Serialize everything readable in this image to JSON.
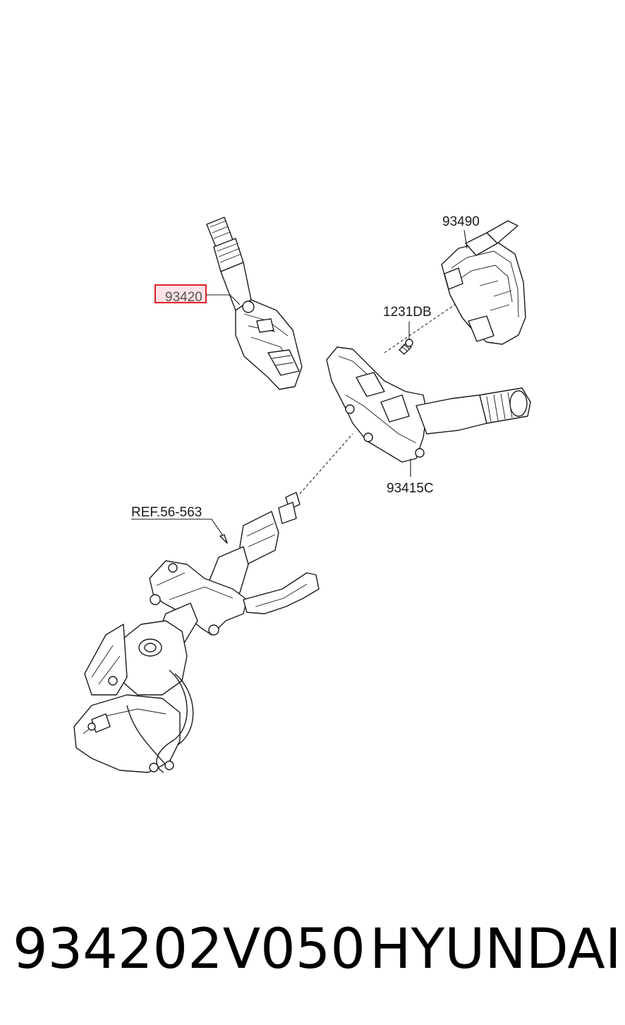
{
  "diagram": {
    "callouts": {
      "c93420": "93420",
      "c93490": "93490",
      "c1231DB": "1231DB",
      "c93415C": "93415C",
      "cREF": "REF.56-563"
    },
    "highlight_color": "#e0202a",
    "highlight_fill": "#fbe3e6"
  },
  "caption": {
    "part_number": "934202V050",
    "brand": "HYUNDAI"
  }
}
